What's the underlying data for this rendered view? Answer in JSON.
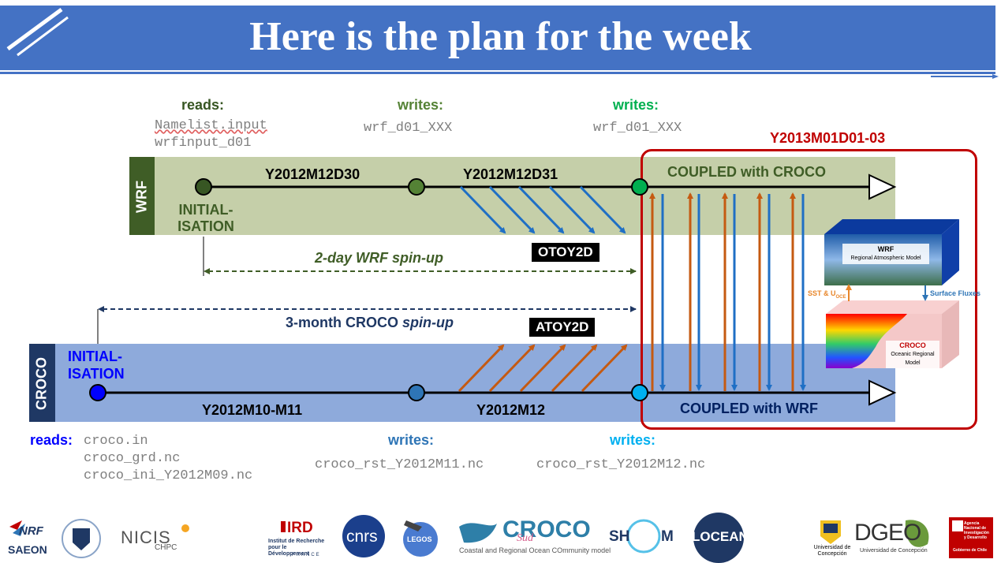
{
  "title": "Here is the plan for the week",
  "wrf": {
    "tab_label": "WRF",
    "reads_label": "reads:",
    "reads_files": [
      "Namelist.input",
      "wrfinput_d01"
    ],
    "writes1_label": "writes:",
    "writes1_file": "wrf_d01_XXX",
    "writes2_label": "writes:",
    "writes2_file": "wrf_d01_XXX",
    "period1": "Y2012M12D30",
    "period2": "Y2012M12D31",
    "coupled_label": "COUPLED with CROCO",
    "init_label_1": "INITIAL-",
    "init_label_2": "ISATION",
    "output_tag": "OTOY2D",
    "spinup_label": "2-day WRF spin-up"
  },
  "croco": {
    "tab_label": "CROCO",
    "init_label_1": "INITIAL-",
    "init_label_2": "ISATION",
    "spinup_label_prefix": "3-month CROCO ",
    "spinup_label_italic": "spin-up",
    "output_tag": "ATOY2D",
    "period1": "Y2012M10-M11",
    "period2": "Y2012M12",
    "coupled_label": "COUPLED with WRF",
    "reads_label": "reads:",
    "reads_files": [
      "croco.in",
      "croco_grd.nc",
      "croco_ini_Y2012M09.nc"
    ],
    "writes1_label": "writes:",
    "writes1_file": "croco_rst_Y2012M11.nc",
    "writes2_label": "writes:",
    "writes2_file": "croco_rst_Y2012M12.nc"
  },
  "coupled_period": "Y2013M01D01-03",
  "model_diagram": {
    "wrf_title": "WRF",
    "wrf_subtitle": "Regional Atmospheric Model",
    "croco_title": "CROCO",
    "croco_subtitle": "Oceanic Regional Model",
    "left_flux": "SST & U",
    "left_flux_sub": "OCE",
    "right_flux": "Surface Fluxes"
  },
  "logos": [
    "NRF",
    "SAEON",
    "NICIS",
    "CHPC",
    "IRD",
    "Institut de Recherche pour le Développement",
    "FRANCE",
    "cnrs",
    "LEGOS",
    "CROCO",
    "Sud",
    "Coastal and Regional Ocean COmmunity model",
    "SH",
    "M",
    "LOCEAN",
    "Universidad de Concepción",
    "DGEO",
    "Universidad de Concepción",
    "Agencia Nacional de Investigación y Desarrollo",
    "Gobierno de Chile"
  ],
  "colors": {
    "title_bar": "#4472c4",
    "wrf_band": "#c5cfa9",
    "wrf_tab": "#3f5d26",
    "croco_band": "#8eaadb",
    "croco_tab": "#1f3864",
    "coupled_box": "#c00000",
    "arrow_blue": "#1f6fc5",
    "arrow_orange": "#c55a11"
  }
}
